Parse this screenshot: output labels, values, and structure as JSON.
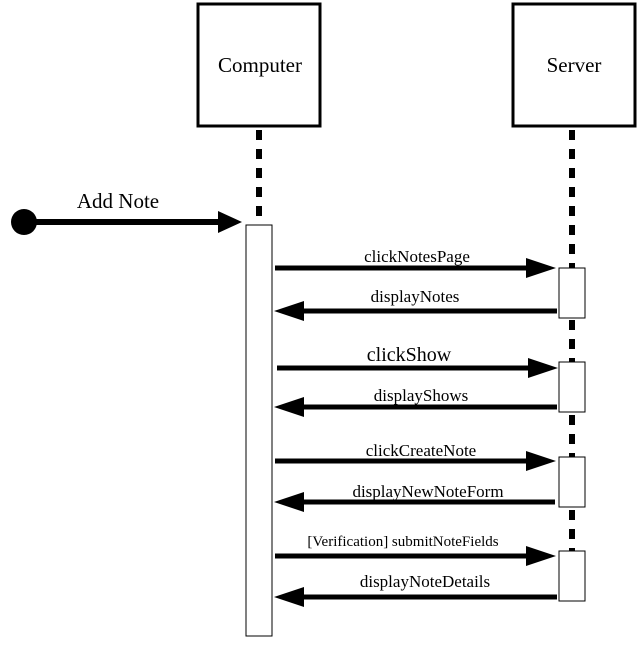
{
  "lifelines": [
    {
      "id": "computer",
      "label": "Computer"
    },
    {
      "id": "server",
      "label": "Server"
    }
  ],
  "start_message": {
    "label": "Add Note"
  },
  "messages": [
    {
      "label": "clickNotesPage",
      "from": "computer",
      "to": "server"
    },
    {
      "label": "displayNotes",
      "from": "server",
      "to": "computer"
    },
    {
      "label": "clickShow",
      "from": "computer",
      "to": "server"
    },
    {
      "label": "displayShows",
      "from": "server",
      "to": "computer"
    },
    {
      "label": "clickCreateNote",
      "from": "computer",
      "to": "server"
    },
    {
      "label": "displayNewNoteForm",
      "from": "server",
      "to": "computer"
    },
    {
      "label": "[Verification] submitNoteFields",
      "from": "computer",
      "to": "server"
    },
    {
      "label": "displayNoteDetails",
      "from": "server",
      "to": "computer"
    }
  ]
}
